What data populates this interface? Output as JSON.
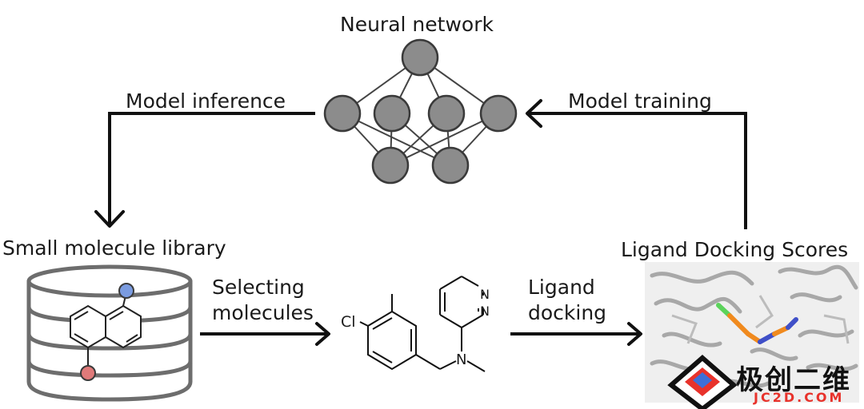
{
  "labels": {
    "neural_network": "Neural network",
    "model_inference": "Model inference",
    "model_training": "Model training",
    "library": "Small molecule library",
    "selecting_line1": "Selecting",
    "selecting_line2": "molecules",
    "docking_line1": "Ligand",
    "docking_line2": "docking",
    "scores": "Ligand Docking Scores"
  },
  "molecule": {
    "chlorine": "Cl",
    "n1": "N",
    "n2": "N",
    "n3": "N"
  },
  "watermark": {
    "brand": "极创二维",
    "domain": "JC2D.COM"
  },
  "colors": {
    "arrow": "#111111",
    "node_fill": "#8c8c8c",
    "node_stroke": "#3a3a3a",
    "edge": "#444444",
    "db_stroke": "#6d6d6d",
    "atom_blue": "#7a9be0",
    "atom_red": "#e07a7a",
    "ligand_orange": "#f08a1e",
    "watermark_red": "#e8322b"
  }
}
